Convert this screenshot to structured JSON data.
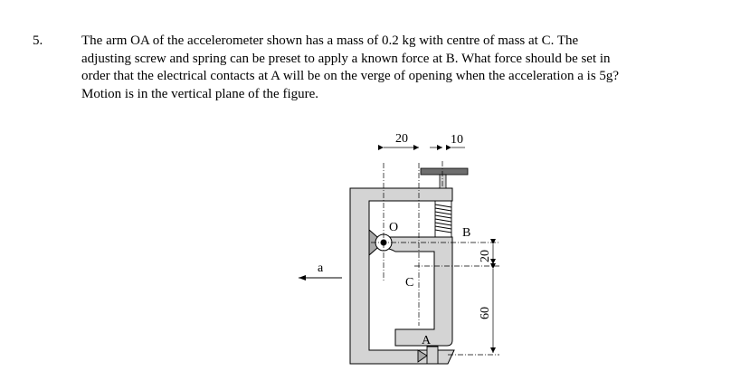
{
  "problem": {
    "number": "5.",
    "lines": [
      "The arm OA of the accelerometer shown has a mass of 0.2 kg with centre of mass at C. The",
      "adjusting screw and spring can be preset to apply a known force at B. What force should be set in",
      "order that the electrical contacts at A will be on the verge of opening when the acceleration a is 5g?",
      "Motion is in the vertical plane of the figure."
    ]
  },
  "figure": {
    "labels": {
      "O": "O",
      "B": "B",
      "C": "C",
      "A": "A",
      "a": "a"
    },
    "dimensions": {
      "d20_top": "20",
      "d10_top": "10",
      "d20_right": "20",
      "d60_right": "60"
    },
    "colors": {
      "frame_fill": "#d4d4d4",
      "outline": "#000000",
      "screw": "#6e6e6e"
    }
  }
}
